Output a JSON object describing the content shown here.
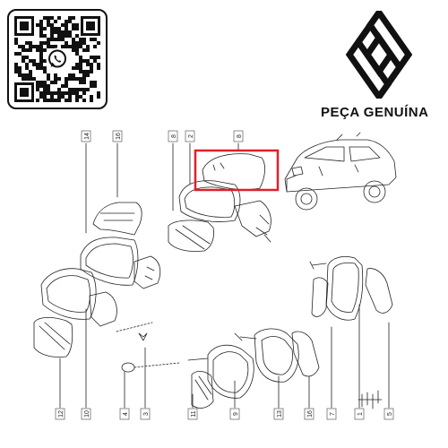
{
  "brand": {
    "name": "PEÇA GENUÍNA",
    "logo_icon": "renault-diamond-icon"
  },
  "qr": {
    "icon": "whatsapp-icon"
  },
  "highlight_color": "#e0202a",
  "callouts": {
    "c14": "14",
    "c16a": "16",
    "c8a": "8",
    "c2": "2",
    "c8b": "8",
    "c12": "12",
    "c10": "10",
    "c4": "4",
    "c3": "3",
    "c11": "11",
    "c9": "9",
    "c13": "13",
    "c16b": "16",
    "c7": "7",
    "c1": "1",
    "c5": "5"
  }
}
